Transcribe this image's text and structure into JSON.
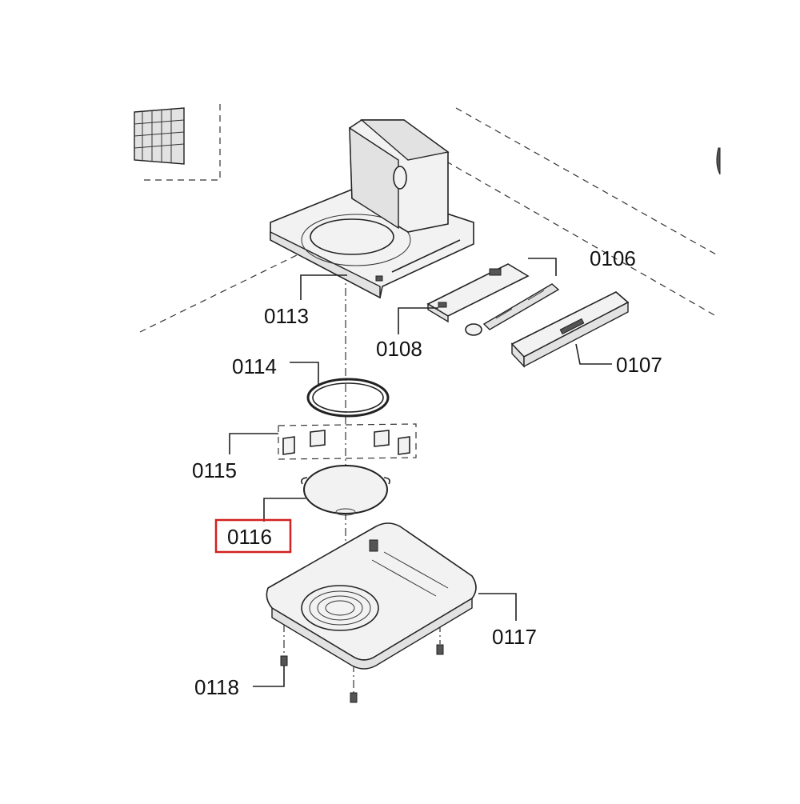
{
  "parts": [
    {
      "id": "0106",
      "label": "0106"
    },
    {
      "id": "0107",
      "label": "0107"
    },
    {
      "id": "0108",
      "label": "0108"
    },
    {
      "id": "0113",
      "label": "0113"
    },
    {
      "id": "0114",
      "label": "0114"
    },
    {
      "id": "0115",
      "label": "0115"
    },
    {
      "id": "0116",
      "label": "0116",
      "highlighted": true
    },
    {
      "id": "0117",
      "label": "0117"
    },
    {
      "id": "0118",
      "label": "0118"
    }
  ],
  "highlight_color": "#d42020"
}
